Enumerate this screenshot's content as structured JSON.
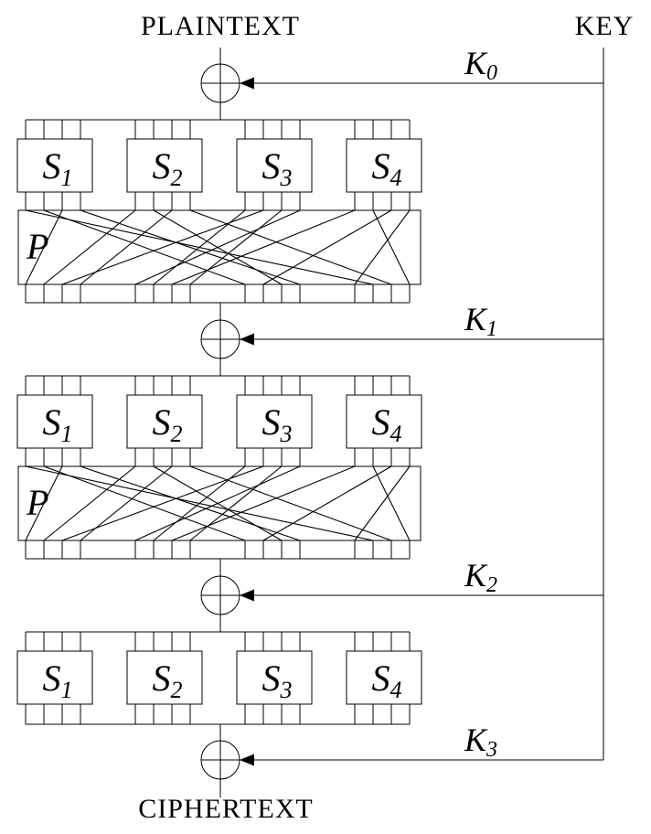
{
  "diagram": {
    "plaintext_label": "PLAINTEXT",
    "key_label": "KEY",
    "ciphertext_label": "CIPHERTEXT",
    "perm_label": "P",
    "sbox_labels": [
      {
        "base": "S",
        "sub": "1"
      },
      {
        "base": "S",
        "sub": "2"
      },
      {
        "base": "S",
        "sub": "3"
      },
      {
        "base": "S",
        "sub": "4"
      }
    ],
    "round_keys": [
      {
        "base": "K",
        "sub": "0"
      },
      {
        "base": "K",
        "sub": "1"
      },
      {
        "base": "K",
        "sub": "2"
      },
      {
        "base": "K",
        "sub": "3"
      }
    ],
    "rounds": [
      {
        "has_permutation": true
      },
      {
        "has_permutation": true
      },
      {
        "has_permutation": false
      }
    ],
    "permutation": [
      14,
      9,
      1,
      12,
      2,
      11,
      4,
      15,
      6,
      3,
      8,
      5,
      7,
      16,
      10,
      13
    ],
    "colors": {
      "ink": "#000000",
      "background": "#ffffff"
    }
  }
}
